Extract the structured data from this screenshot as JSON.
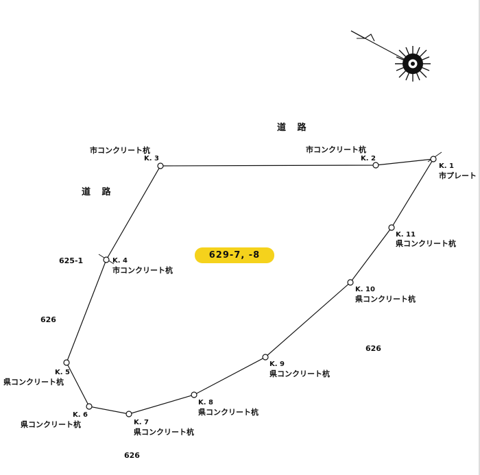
{
  "roads": {
    "north": "道 路",
    "west": "道 路"
  },
  "parcel_label": "629-7, -8",
  "points": [
    {
      "id": "K. 1",
      "desc": "市プレート",
      "kind": "cross"
    },
    {
      "id": "K. 2",
      "desc": "市コンクリート杭",
      "kind": "circle"
    },
    {
      "id": "K. 3",
      "desc": "市コンクリート杭",
      "kind": "circle"
    },
    {
      "id": "K. 4",
      "desc": "市コンクリート杭",
      "kind": "cross"
    },
    {
      "id": "K. 5",
      "desc": "県コンクリート杭",
      "kind": "circle"
    },
    {
      "id": "K. 6",
      "desc": "県コンクリート杭",
      "kind": "circle"
    },
    {
      "id": "K. 7",
      "desc": "県コンクリート杭",
      "kind": "circle"
    },
    {
      "id": "K. 8",
      "desc": "県コンクリート杭",
      "kind": "circle"
    },
    {
      "id": "K. 9",
      "desc": "県コンクリート杭",
      "kind": "circle"
    },
    {
      "id": "K. 10",
      "desc": "県コンクリート杭",
      "kind": "circle"
    },
    {
      "id": "K. 11",
      "desc": "県コンクリート杭",
      "kind": "circle"
    }
  ],
  "lots": {
    "west_upper": "625-1",
    "west_middle": "626",
    "east": "626",
    "south": "626"
  },
  "colors": {
    "badge": "#f5d21c",
    "line": "#111111"
  },
  "north_arrow": {
    "icon": "north-arrow-compass-icon"
  }
}
